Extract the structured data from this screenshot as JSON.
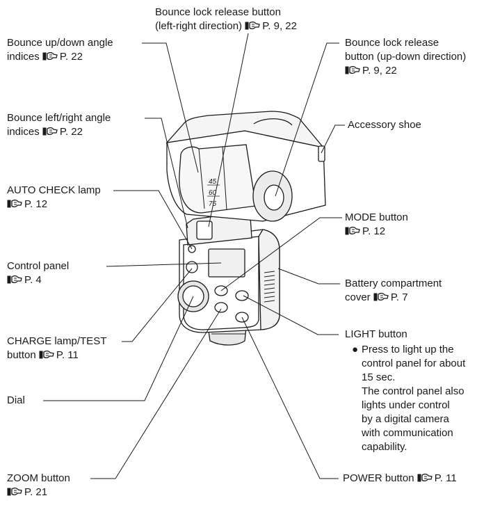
{
  "labels": {
    "bounce_lr_release": {
      "line1": "Bounce lock release button",
      "line2": "(left-right direction)",
      "ref": "P. 9, 22"
    },
    "bounce_ud_angle": {
      "line1": "Bounce up/down angle",
      "line2": "indices",
      "ref": "P. 22"
    },
    "bounce_ud_release": {
      "line1": "Bounce lock release",
      "line2": "button (up-down direction)",
      "ref": "P. 9, 22"
    },
    "bounce_lr_angle": {
      "line1": "Bounce left/right angle",
      "line2": "indices",
      "ref": "P. 22"
    },
    "accessory_shoe": {
      "line1": "Accessory shoe"
    },
    "auto_check": {
      "line1": "AUTO CHECK lamp",
      "ref": "P. 12"
    },
    "mode_button": {
      "line1": "MODE button",
      "ref": "P. 12"
    },
    "control_panel": {
      "line1": "Control panel",
      "ref": "P. 4"
    },
    "battery_cover": {
      "line1": "Battery compartment",
      "line2": "cover",
      "ref": "P. 7"
    },
    "charge_test": {
      "line1": "CHARGE lamp/TEST",
      "line2": "button",
      "ref": "P. 11"
    },
    "light_button": {
      "line1": "LIGHT button",
      "note": [
        "Press to light up the",
        "control panel for about",
        "15 sec.",
        "The control panel also",
        "lights under control",
        "by a digital camera",
        "with communication",
        "capability."
      ]
    },
    "dial": {
      "line1": "Dial"
    },
    "zoom_button": {
      "line1": "ZOOM button",
      "ref": "P. 21"
    },
    "power_button": {
      "line1": "POWER button",
      "ref": "P. 11"
    }
  },
  "head_scale": [
    "45",
    "60",
    "75"
  ],
  "icons": {
    "page_ref": "page-reference-icon"
  }
}
